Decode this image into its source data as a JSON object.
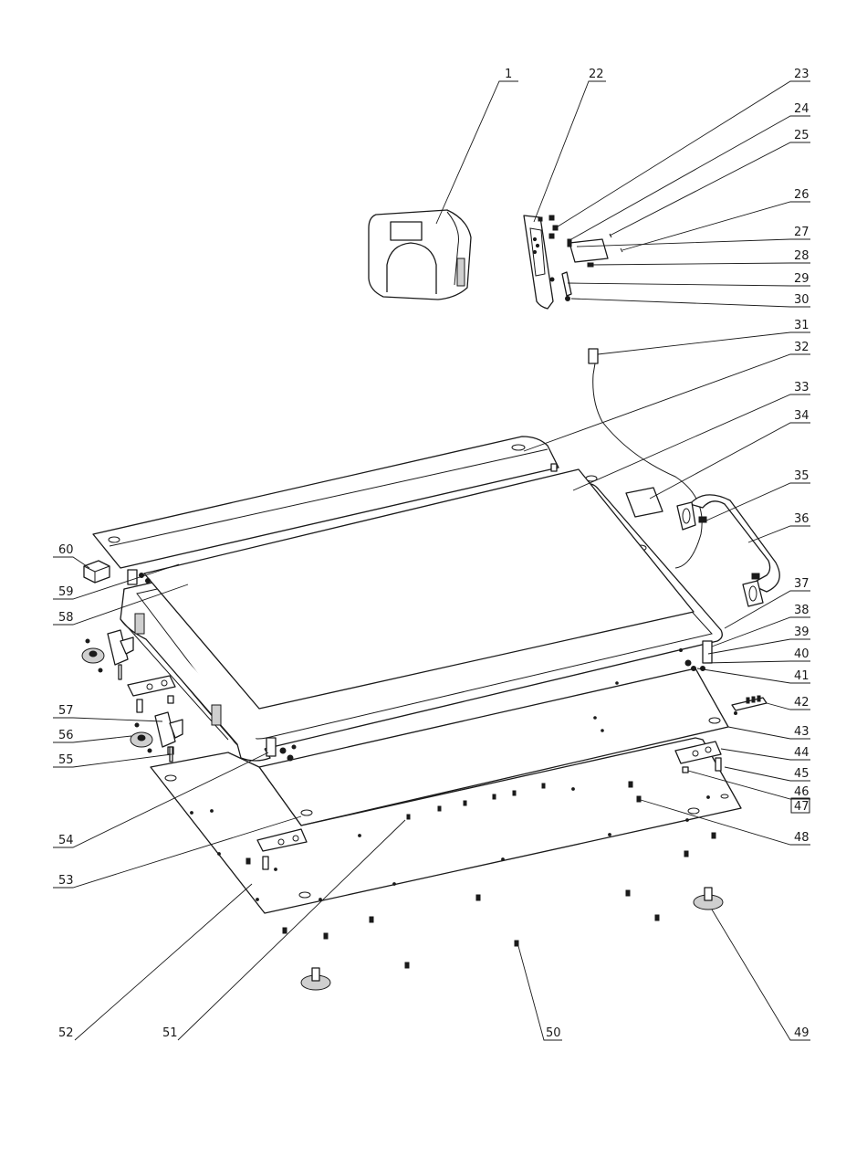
{
  "diagram": {
    "labels": [
      {
        "id": "1",
        "text": "1"
      },
      {
        "id": "22",
        "text": "22"
      },
      {
        "id": "23",
        "text": "23"
      },
      {
        "id": "24",
        "text": "24"
      },
      {
        "id": "25",
        "text": "25"
      },
      {
        "id": "26",
        "text": "26"
      },
      {
        "id": "27",
        "text": "27"
      },
      {
        "id": "28",
        "text": "28"
      },
      {
        "id": "29",
        "text": "29"
      },
      {
        "id": "30",
        "text": "30"
      },
      {
        "id": "31",
        "text": "31"
      },
      {
        "id": "32",
        "text": "32"
      },
      {
        "id": "33",
        "text": "33"
      },
      {
        "id": "34",
        "text": "34"
      },
      {
        "id": "35",
        "text": "35"
      },
      {
        "id": "36",
        "text": "36"
      },
      {
        "id": "37",
        "text": "37"
      },
      {
        "id": "38",
        "text": "38"
      },
      {
        "id": "39",
        "text": "39"
      },
      {
        "id": "40",
        "text": "40"
      },
      {
        "id": "41",
        "text": "41"
      },
      {
        "id": "42",
        "text": "42"
      },
      {
        "id": "43",
        "text": "43"
      },
      {
        "id": "44",
        "text": "44"
      },
      {
        "id": "45",
        "text": "45"
      },
      {
        "id": "46",
        "text": "46"
      },
      {
        "id": "47",
        "text": "47"
      },
      {
        "id": "48",
        "text": "48"
      },
      {
        "id": "49",
        "text": "49"
      },
      {
        "id": "50",
        "text": "50"
      },
      {
        "id": "51",
        "text": "51"
      },
      {
        "id": "52",
        "text": "52"
      },
      {
        "id": "53",
        "text": "53"
      },
      {
        "id": "54",
        "text": "54"
      },
      {
        "id": "55",
        "text": "55"
      },
      {
        "id": "56",
        "text": "56"
      },
      {
        "id": "57",
        "text": "57"
      },
      {
        "id": "58",
        "text": "58"
      },
      {
        "id": "59",
        "text": "59"
      },
      {
        "id": "60",
        "text": "60"
      }
    ]
  }
}
